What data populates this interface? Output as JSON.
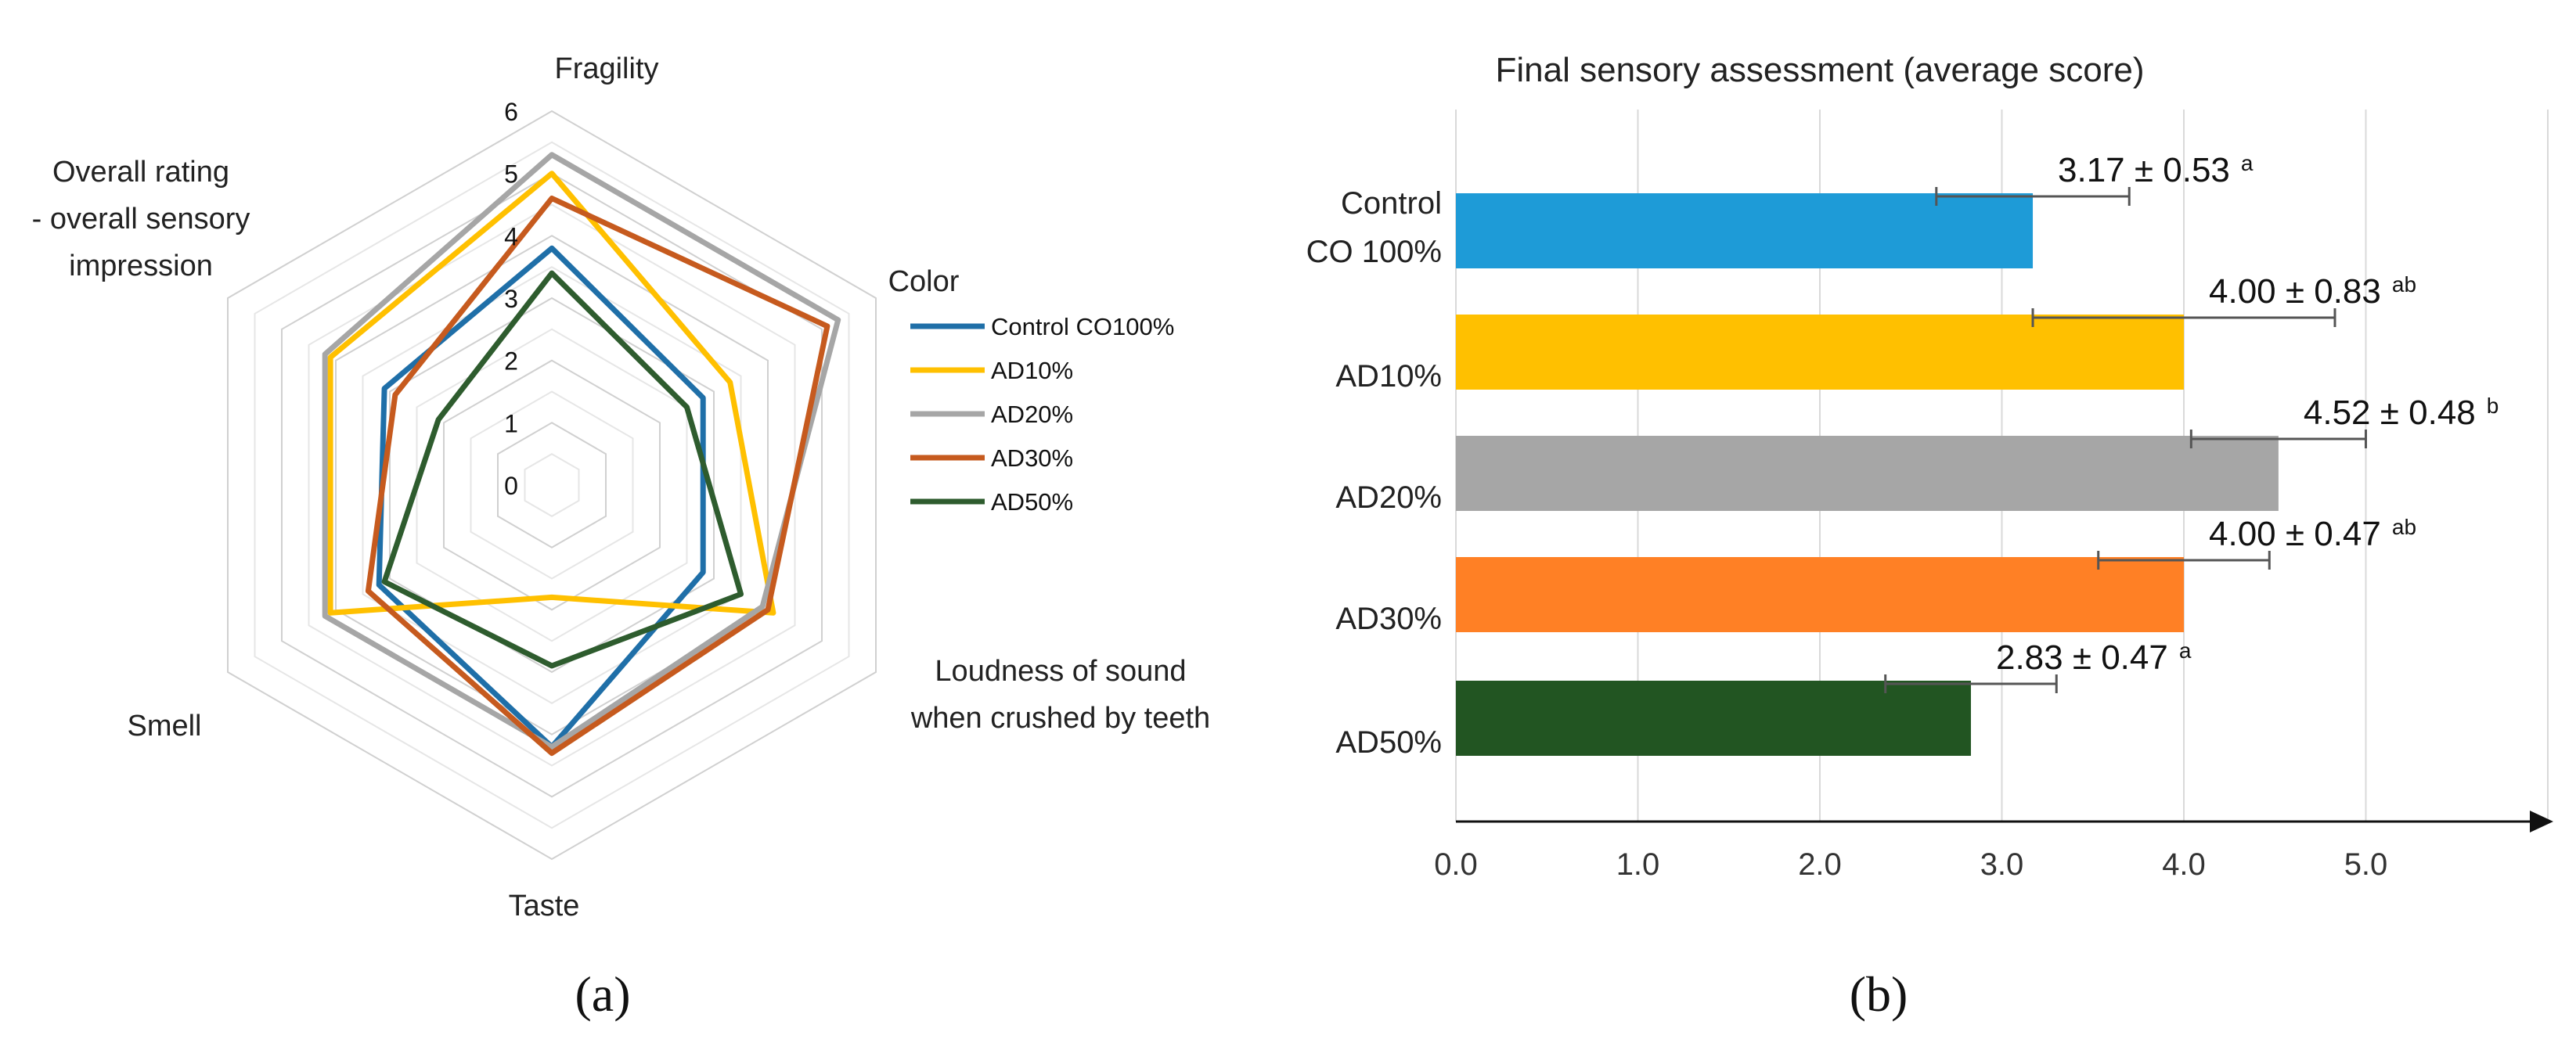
{
  "figure": {
    "panel_a_label": "(a)",
    "panel_b_label": "(b)"
  },
  "chart_data": [
    {
      "type": "radar",
      "panel": "(a)",
      "axes": [
        "Fragility",
        "Color",
        "Loudness of sound when crushed by teeth",
        "Taste",
        "Smell",
        "Overall rating - overall sensory impression"
      ],
      "axis_label_lines": [
        [
          "Fragility"
        ],
        [
          "Color"
        ],
        [
          "Loudness of sound",
          "when crushed by teeth"
        ],
        [
          "Taste"
        ],
        [
          "Smell"
        ],
        [
          "Overall rating",
          "- overall sensory",
          "impression"
        ]
      ],
      "r_ticks": [
        "0",
        "1",
        "2",
        "3",
        "4",
        "5",
        "6"
      ],
      "rlim": [
        0,
        6
      ],
      "legend_position": "right",
      "series": [
        {
          "name": "Control CO100%",
          "color": "#1F6FA8",
          "values": [
            3.8,
            2.8,
            2.8,
            4.2,
            3.2,
            3.1
          ]
        },
        {
          "name": "AD10%",
          "color": "#FFC000",
          "values": [
            5.0,
            3.3,
            4.1,
            1.8,
            4.1,
            4.1
          ]
        },
        {
          "name": "AD20%",
          "color": "#A6A6A6",
          "values": [
            5.3,
            5.3,
            3.9,
            4.2,
            4.2,
            4.2
          ]
        },
        {
          "name": "AD30%",
          "color": "#C65A1E",
          "values": [
            4.6,
            5.1,
            4.0,
            4.3,
            3.4,
            2.9
          ]
        },
        {
          "name": "AD50%",
          "color": "#2E5C2E",
          "values": [
            3.4,
            2.5,
            3.5,
            2.9,
            3.1,
            2.1
          ]
        }
      ]
    },
    {
      "type": "bar",
      "orientation": "horizontal",
      "panel": "(b)",
      "title": "Final sensory assessment (average score)",
      "categories": [
        [
          "Control",
          "CO 100%"
        ],
        [
          "AD10%"
        ],
        [
          "AD20%"
        ],
        [
          "AD30%"
        ],
        [
          "AD50%"
        ]
      ],
      "values": [
        3.17,
        4.0,
        4.52,
        4.0,
        2.83
      ],
      "errors": [
        0.53,
        0.83,
        0.48,
        0.47,
        0.47
      ],
      "value_labels": [
        "3.17 ± 0.53",
        "4.00 ± 0.83",
        "4.52 ± 0.48",
        "4.00 ± 0.47",
        "2.83 ± 0.47"
      ],
      "superscripts": [
        "a",
        "ab",
        "b",
        "ab",
        "a"
      ],
      "colors": [
        "#1E9BD7",
        "#FFC000",
        "#A6A6A6",
        "#FF8025",
        "#225522"
      ],
      "x_ticks": [
        "0.0",
        "1.0",
        "2.0",
        "3.0",
        "4.0",
        "5.0"
      ],
      "xlim": [
        0,
        6
      ],
      "grid": true
    }
  ]
}
